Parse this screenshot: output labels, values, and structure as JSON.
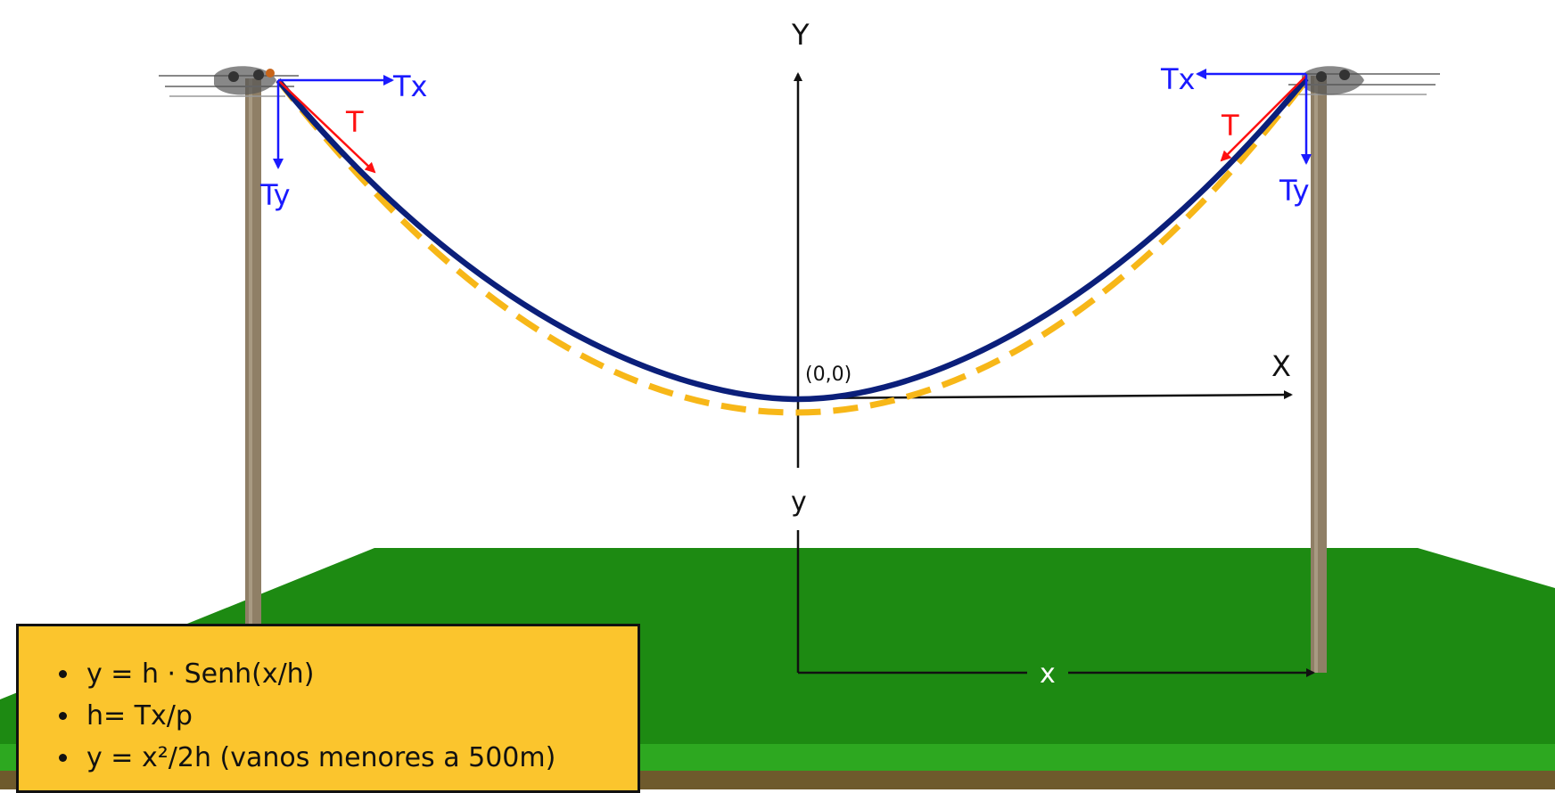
{
  "labels": {
    "axis_Y": "Y",
    "axis_X": "X",
    "origin": "(0,0)",
    "tension_left": "T",
    "tension_right": "T",
    "tx_left": "Tx",
    "tx_right": "Tx",
    "ty_left": "Ty",
    "ty_right": "Ty",
    "dim_y": "y",
    "dim_x": "x"
  },
  "formulas": [
    "y = h · Senh(x/h)",
    "h= Tx/p",
    "y = x²/2h (vanos menores a 500m)"
  ],
  "colors": {
    "cable": "#0b1f7a",
    "parabola": "#f7b718",
    "tension": "#ff1010",
    "components": "#1a1aff",
    "ground": "#1d8a12",
    "ground_edge": "#2da820",
    "soil": "#6e5a2c",
    "pole": "#8f7f66",
    "formula_box": "#fbc52d"
  }
}
